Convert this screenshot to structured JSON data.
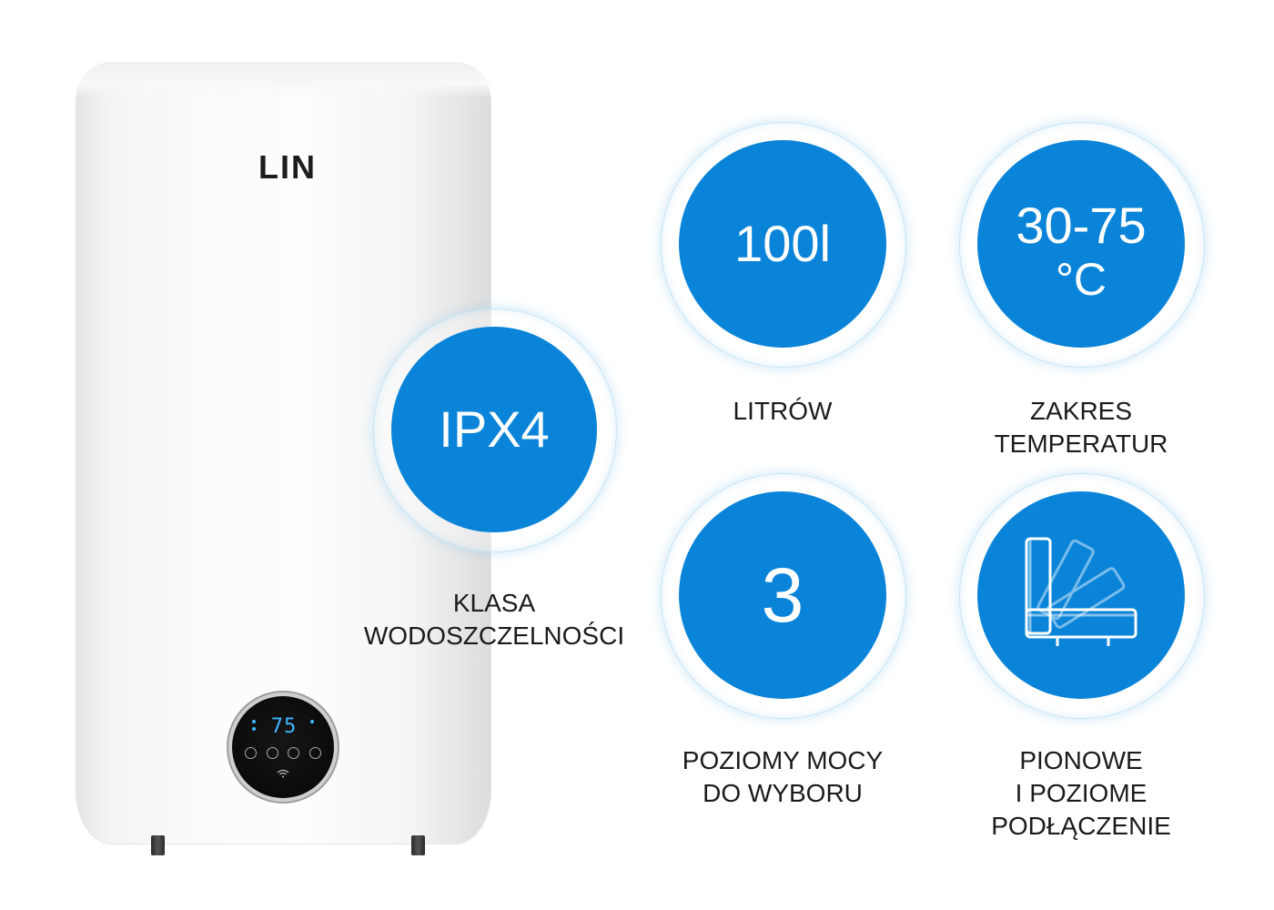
{
  "product": {
    "brand_logo": "LIN",
    "panel_display": "75"
  },
  "colors": {
    "badge_fill": "#0a84d9",
    "badge_ring": "#c7e4f6",
    "caption_text": "#1b1b1b",
    "display_digits": "#3fb6ff"
  },
  "badges": [
    {
      "id": "ipx4",
      "value": "IPX4",
      "caption": [
        "KLASA",
        "WODOSZCZELNOŚCI"
      ]
    },
    {
      "id": "capacity",
      "value": "100l",
      "caption": [
        "LITRÓW"
      ]
    },
    {
      "id": "temperature",
      "value": "30-75",
      "unit": "°C",
      "caption": [
        "ZAKRES",
        "TEMPERATUR"
      ]
    },
    {
      "id": "power",
      "value": "3",
      "caption": [
        "POZIOMY MOCY",
        "DO WYBORU"
      ]
    },
    {
      "id": "mounting",
      "icon": "mounting-orientation-icon",
      "caption": [
        "PIONOWE",
        "I POZIOME",
        "PODŁĄCZENIE"
      ]
    }
  ]
}
